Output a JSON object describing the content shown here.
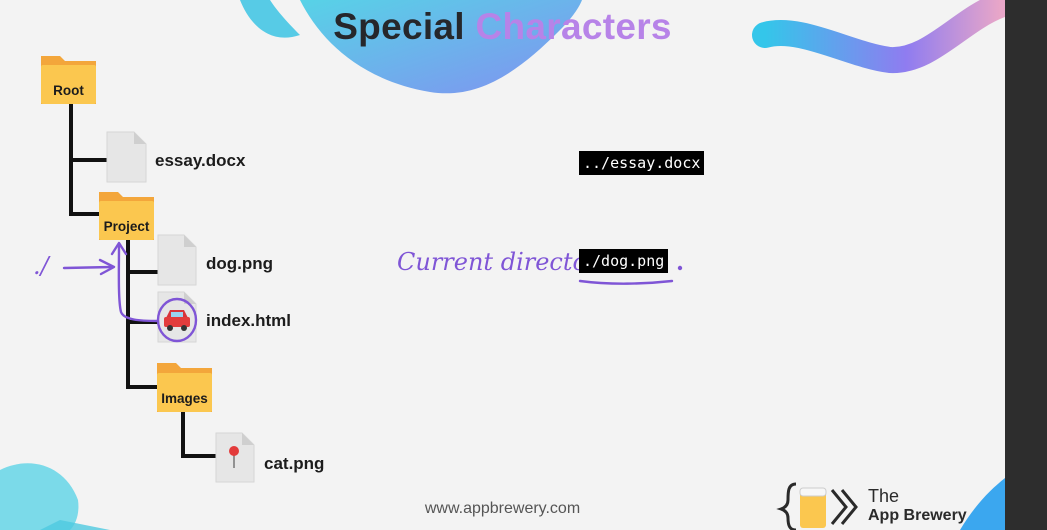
{
  "slide": {
    "title_part1": "Special",
    "title_part2": "Characters",
    "footer_url": "www.appbrewery.com",
    "brand_line1": "The",
    "brand_line2": "App Brewery"
  },
  "tree": {
    "root": "Root",
    "essay": "essay.docx",
    "project": "Project",
    "dog": "dog.png",
    "index": "index.html",
    "images": "Images",
    "cat": "cat.png"
  },
  "paths": {
    "parent_path": "../essay.docx",
    "current_path": "./dog.png"
  },
  "annotations": {
    "current_directory_note": "Current director",
    "dot_slash_note": "./"
  },
  "colors": {
    "accent_purple": "#b783e8",
    "annotation_purple": "#7f55d6",
    "folder_yellow": "#fbbf47",
    "blob_cyan": "#4fd1e6"
  },
  "icons": {
    "folder": "folder-icon",
    "file": "file-icon",
    "car": "car-icon",
    "pin": "pushpin-icon",
    "logo": "beer-glass-logo"
  }
}
